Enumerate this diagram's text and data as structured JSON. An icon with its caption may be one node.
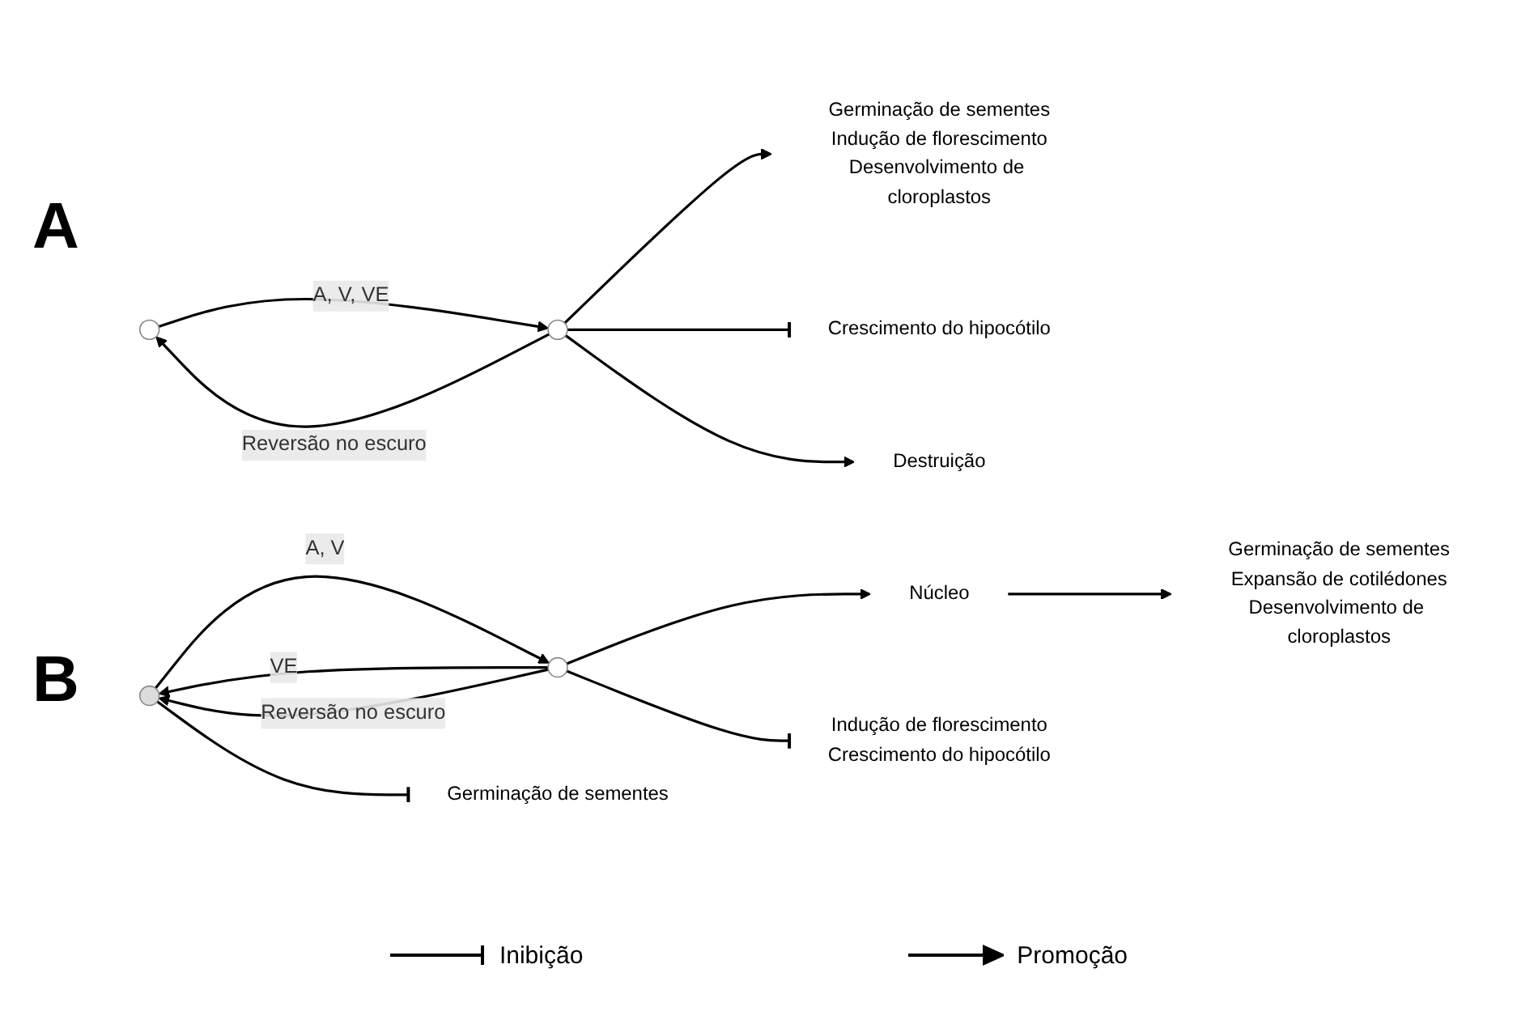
{
  "diagram": {
    "nodes": [
      {
        "text": [],
        "shape": "circle"
      },
      {
        "text": [],
        "shape": "circle"
      },
      {
        "text": [
          "Germinação de sementes",
          "Indução de florescimento",
          "Desenvolvimento de cloroplastos"
        ]
      },
      {
        "text": [
          "Crescimento do hipocótilo"
        ]
      },
      {
        "text": [
          "Destruição"
        ]
      },
      {
        "text": [],
        "shape": "circle"
      },
      {
        "text": [],
        "shape": "circle"
      },
      {
        "text": [
          "Núcleo"
        ]
      },
      {
        "text": [
          "Germinação de sementes",
          "Expansão de cotilédones",
          "Desenvolvimento de cloroplastos"
        ]
      },
      {
        "text": [
          "Indução de florescimento",
          "Crescimento do hipocótilo"
        ]
      },
      {
        "text": [
          "Germinação de sementes"
        ]
      }
    ],
    "edges": [
      {
        "from": 0,
        "to": 1,
        "arrow": "to",
        "label": "A, V, VE"
      },
      {
        "from": 1,
        "to": 2,
        "arrow": "to"
      },
      {
        "from": 1,
        "to": 3,
        "arrow": "other"
      },
      {
        "from": 1,
        "to": 0,
        "arrow": "to",
        "label": "Reversão no escuro"
      },
      {
        "from": 1,
        "to": 4,
        "arrow": "to"
      },
      {
        "from": 5,
        "to": 6,
        "arrow": "to",
        "label": "A, V"
      },
      {
        "from": 6,
        "to": 5,
        "arrow": "to",
        "label": "VE"
      },
      {
        "from": 6,
        "to": 7,
        "arrow": "to"
      },
      {
        "from": 7,
        "to": 8,
        "arrow": "to"
      },
      {
        "from": 6,
        "to": 9,
        "arrow": "other"
      },
      {
        "from": 5,
        "to": 10,
        "arrow": "other"
      },
      {
        "from": 6,
        "to": 5,
        "arrow": "to",
        "label": "Reversão no escuro"
      }
    ],
    "labels": [
      "A",
      "B"
    ],
    "legend": [
      {
        "text": "Inibição"
      },
      {
        "text": "Promoção"
      }
    ]
  }
}
